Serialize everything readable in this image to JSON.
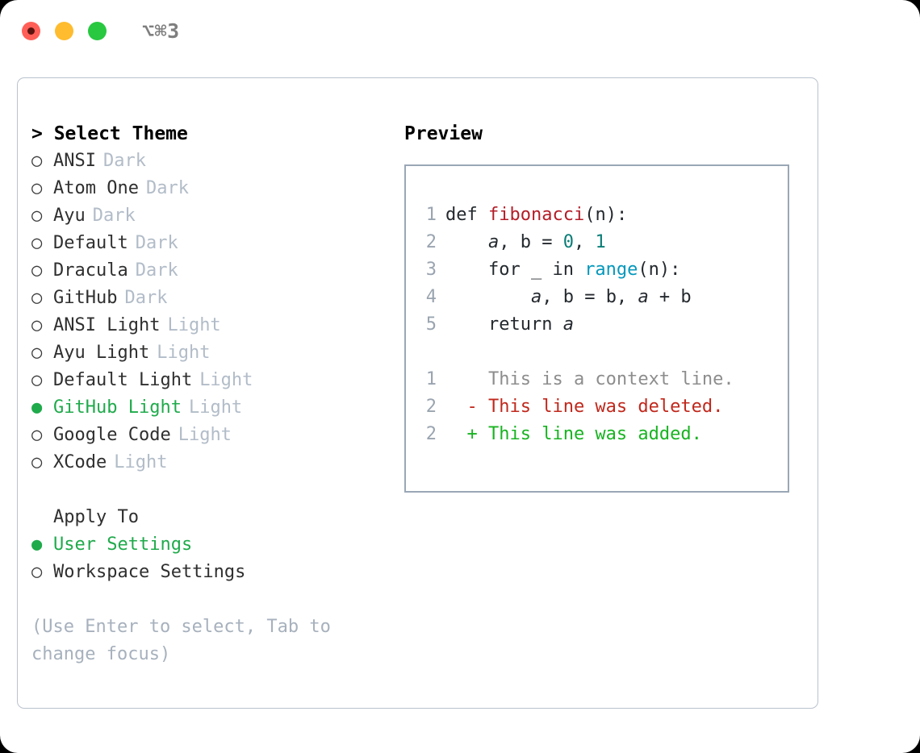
{
  "titlebar": {
    "shortcut": "⌥⌘3",
    "lights": [
      "close",
      "minimize",
      "maximize"
    ],
    "colors": {
      "close": "#ff5f57",
      "minimize": "#febc2e",
      "maximize": "#28c840"
    }
  },
  "theme_picker": {
    "header": "> Select Theme",
    "marker_unselected": "○",
    "marker_selected": "●",
    "accent_color": "#1faa4b",
    "tag_color": "#b2bcc8",
    "items": [
      {
        "marker": "○",
        "label": "ANSI",
        "tag": "Dark",
        "selected": false
      },
      {
        "marker": "○",
        "label": "Atom One",
        "tag": "Dark",
        "selected": false
      },
      {
        "marker": "○",
        "label": "Ayu",
        "tag": "Dark",
        "selected": false
      },
      {
        "marker": "○",
        "label": "Default",
        "tag": "Dark",
        "selected": false
      },
      {
        "marker": "○",
        "label": "Dracula",
        "tag": "Dark",
        "selected": false
      },
      {
        "marker": "○",
        "label": "GitHub",
        "tag": "Dark",
        "selected": false
      },
      {
        "marker": "○",
        "label": "ANSI Light",
        "tag": "Light",
        "selected": false
      },
      {
        "marker": "○",
        "label": "Ayu Light",
        "tag": "Light",
        "selected": false
      },
      {
        "marker": "○",
        "label": "Default Light",
        "tag": "Light",
        "selected": false
      },
      {
        "marker": "●",
        "label": "GitHub Light",
        "tag": "Light",
        "selected": true
      },
      {
        "marker": "○",
        "label": "Google Code",
        "tag": "Light",
        "selected": false
      },
      {
        "marker": "○",
        "label": "XCode",
        "tag": "Light",
        "selected": false
      }
    ]
  },
  "apply_to": {
    "header": "Apply To",
    "items": [
      {
        "marker": "●",
        "label": "User Settings",
        "selected": true
      },
      {
        "marker": "○",
        "label": "Workspace Settings",
        "selected": false
      }
    ]
  },
  "hint": "(Use Enter to select, Tab to change focus)",
  "preview": {
    "title": "Preview",
    "code": {
      "lines": [
        {
          "n": "1",
          "parts": [
            {
              "t": "def ",
              "c": "plain"
            },
            {
              "t": "fibonacci",
              "c": "fn"
            },
            {
              "t": "(n):",
              "c": "plain"
            }
          ]
        },
        {
          "n": "2",
          "parts": [
            {
              "t": "    ",
              "c": "plain"
            },
            {
              "t": "a",
              "c": "var"
            },
            {
              "t": ", ",
              "c": "plain"
            },
            {
              "t": "b",
              "c": "plain"
            },
            {
              "t": " = ",
              "c": "plain"
            },
            {
              "t": "0",
              "c": "num"
            },
            {
              "t": ", ",
              "c": "plain"
            },
            {
              "t": "1",
              "c": "num"
            }
          ]
        },
        {
          "n": "3",
          "parts": [
            {
              "t": "    for _ in ",
              "c": "plain"
            },
            {
              "t": "range",
              "c": "call"
            },
            {
              "t": "(n):",
              "c": "plain"
            }
          ]
        },
        {
          "n": "4",
          "parts": [
            {
              "t": "        ",
              "c": "plain"
            },
            {
              "t": "a",
              "c": "var"
            },
            {
              "t": ", b = b, ",
              "c": "plain"
            },
            {
              "t": "a",
              "c": "var"
            },
            {
              "t": " + b",
              "c": "plain"
            }
          ]
        },
        {
          "n": "5",
          "parts": [
            {
              "t": "    return ",
              "c": "plain"
            },
            {
              "t": "a",
              "c": "var"
            }
          ]
        }
      ]
    },
    "diff": {
      "lines": [
        {
          "n": "1",
          "sign": " ",
          "text": "This is a context line.",
          "kind": "context"
        },
        {
          "n": "2",
          "sign": "-",
          "text": "This line was deleted.",
          "kind": "deleted"
        },
        {
          "n": "2",
          "sign": "+",
          "text": "This line was added.",
          "kind": "added"
        }
      ]
    },
    "colors": {
      "function": "#b31d28",
      "number": "#0a7d77",
      "call": "#0598bc",
      "text": "#24292e",
      "line_number": "#9aa4b0",
      "diff_context": "#8d8d8d",
      "diff_deleted": "#c0281c",
      "diff_added": "#18b321"
    }
  }
}
